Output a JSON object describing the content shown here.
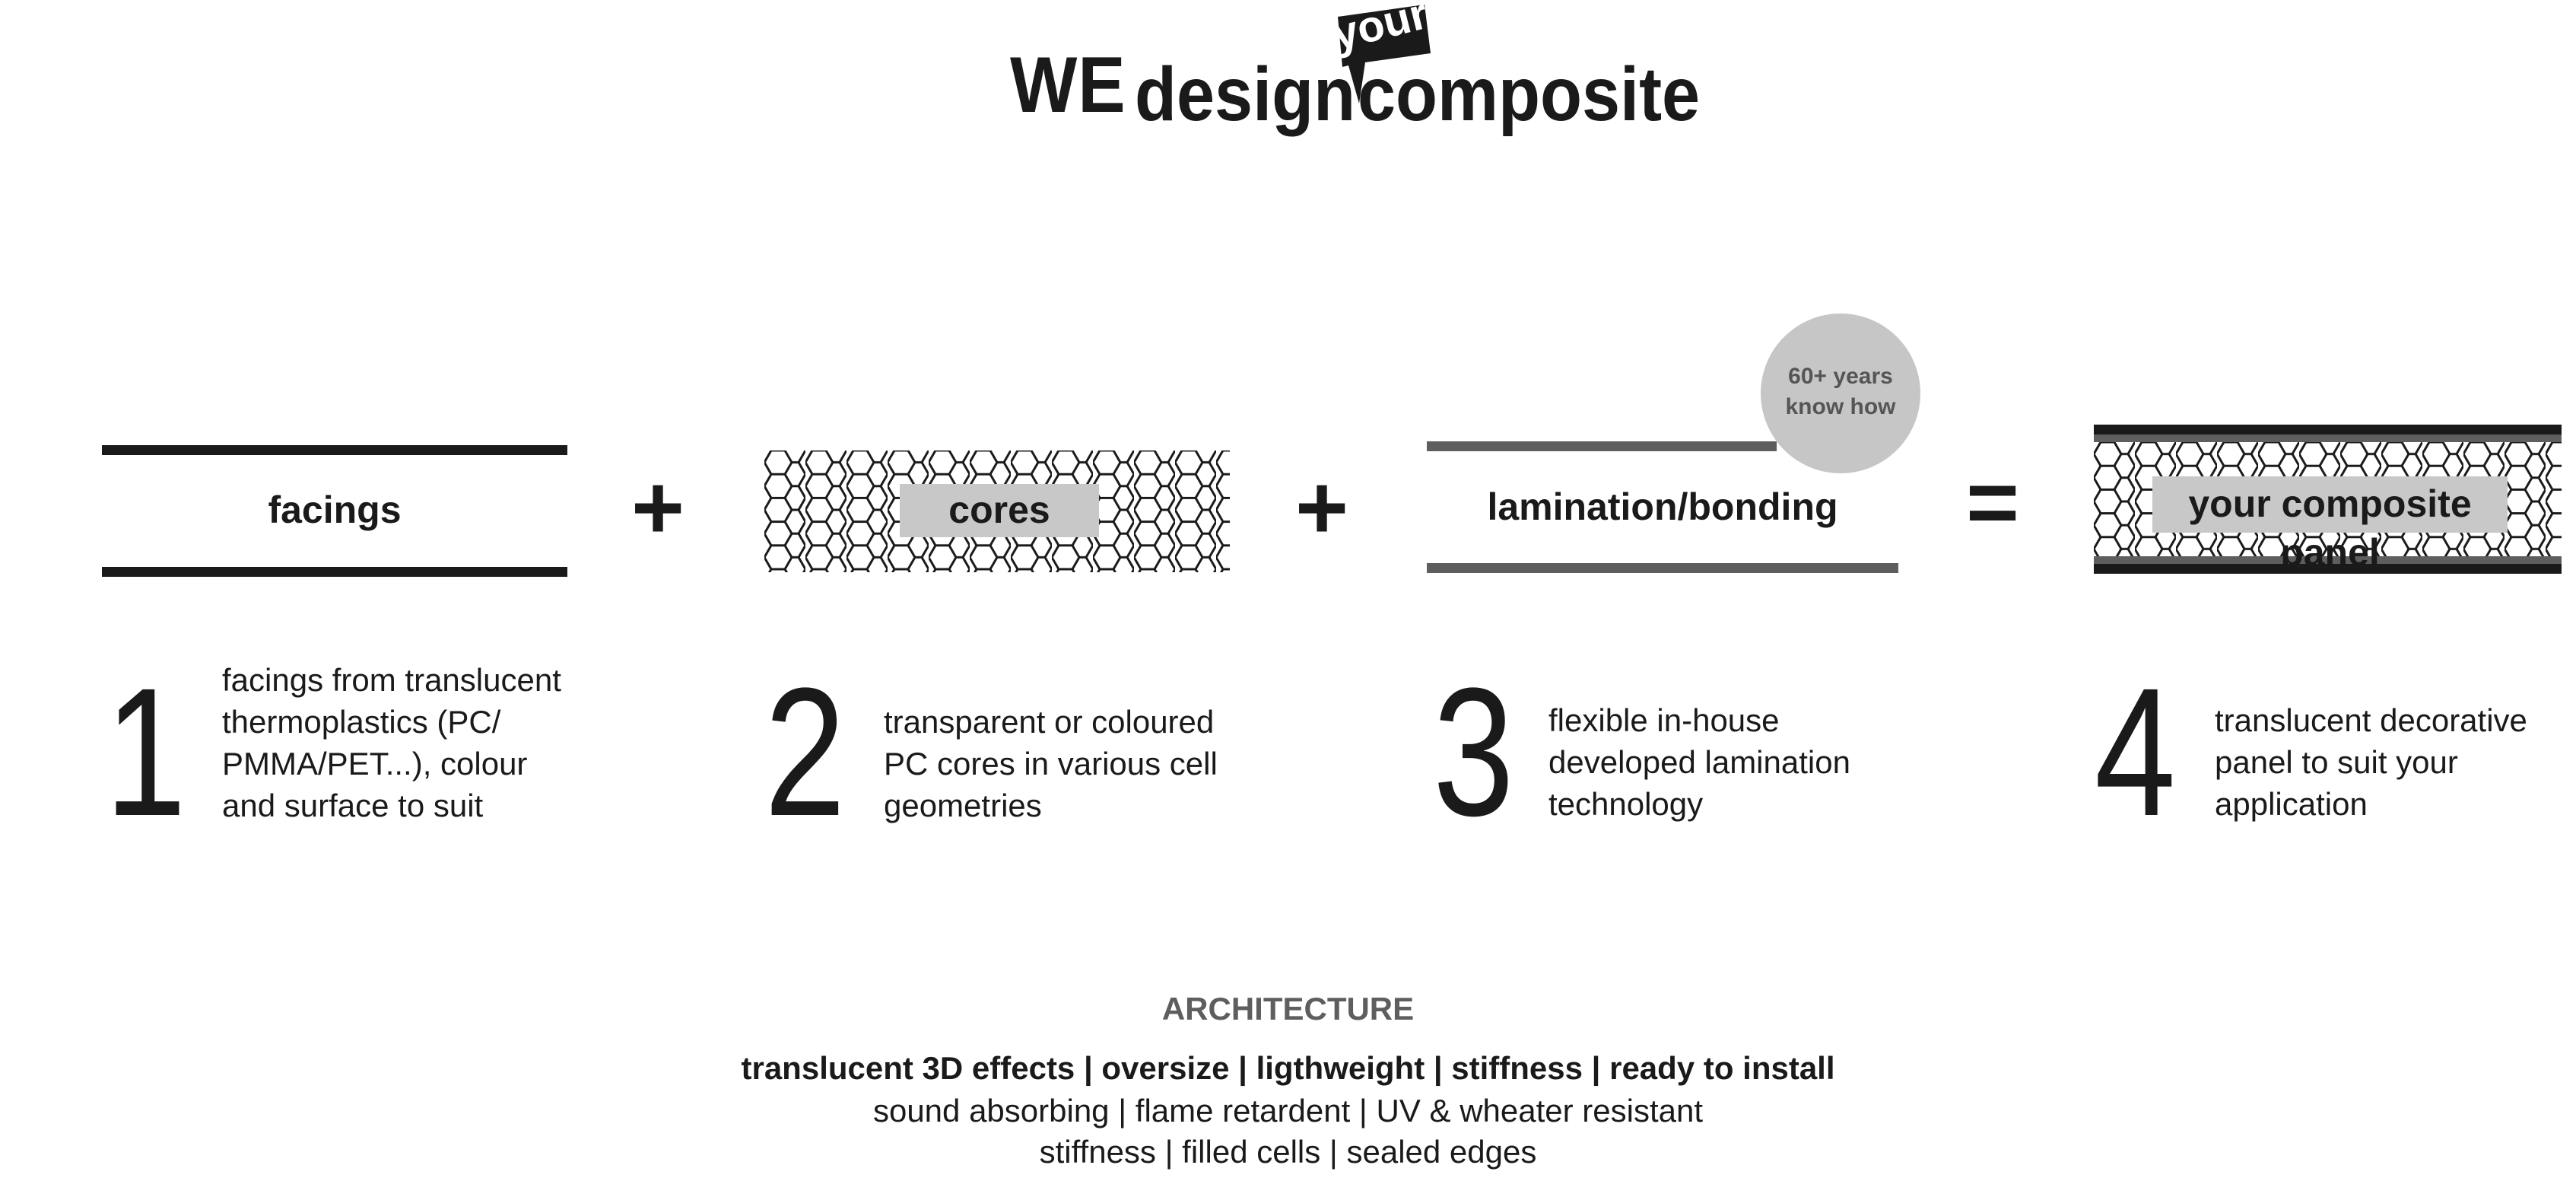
{
  "header": {
    "word_we": "WE",
    "word_design": "design",
    "bubble_word": "your",
    "word_composite": "composite"
  },
  "steps": [
    {
      "label": "facings",
      "number": "1",
      "description": [
        "facings from translucent",
        "thermoplastics (PC/",
        "PMMA/PET...), colour",
        "and surface to suit"
      ]
    },
    {
      "label": "cores",
      "number": "2",
      "description": [
        "transparent or coloured",
        "PC cores in various cell",
        "geometries"
      ]
    },
    {
      "label": "lamination/bonding",
      "number": "3",
      "description": [
        "flexible in-house",
        "developed lamination",
        "technology"
      ],
      "badge": [
        "60+ years",
        "know how"
      ]
    },
    {
      "label": "your composite panel",
      "number": "4",
      "description": [
        "translucent decorative",
        "panel to suit your",
        "application"
      ]
    }
  ],
  "operators": {
    "plus": "+",
    "equals": "="
  },
  "footer": {
    "title": "ARCHITECTURE",
    "features_bold": "translucent 3D effects | oversize | ligthweight | stiffness | ready to install",
    "features_line2": "sound absorbing | flame retardent | UV & wheater resistant",
    "features_line3": "stiffness | filled cells | sealed edges"
  },
  "colors": {
    "text": "#1a1a1a",
    "gray_dark": "#5e5e5e",
    "gray_light": "#c8c8c8",
    "badge": "#c6c6c6"
  },
  "icons": {
    "honeycomb": "honeycomb-pattern-icon",
    "speech_bubble": "speech-bubble-icon"
  }
}
